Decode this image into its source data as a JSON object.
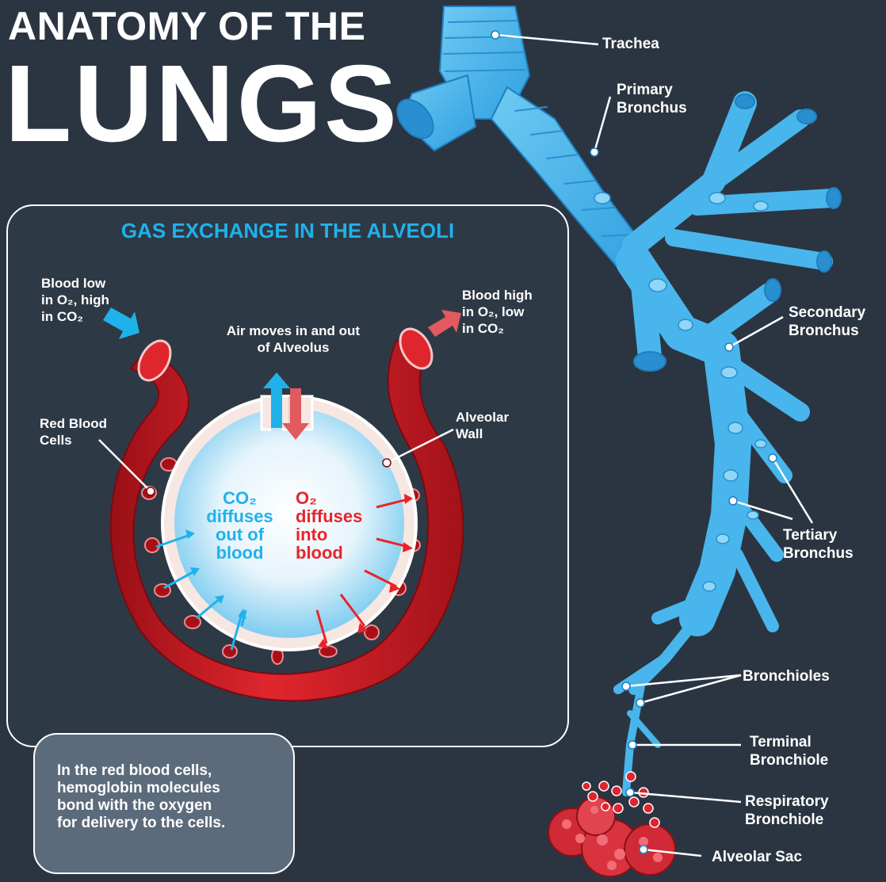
{
  "title": {
    "line1": "ANATOMY OF THE",
    "line2": "LUNGS"
  },
  "panel": {
    "title": "GAS EXCHANGE IN THE ALVEOLI",
    "labels": {
      "blood_low": "Blood low\nin O₂, high\nin CO₂",
      "blood_high": "Blood high\nin O₂, low\nin CO₂",
      "air_moves": "Air moves in and out\nof Alveolus",
      "red_blood_cells": "Red Blood\nCells",
      "alveolar_wall": "Alveolar\nWall",
      "co2_text": "CO₂\ndiffuses\nout of\nblood",
      "o2_text": "O₂\ndiffuses\ninto\nblood"
    }
  },
  "callout": {
    "text": "In the red blood cells,\nhemoglobin molecules\nbond with the oxygen\nfor delivery to the cells."
  },
  "airway_labels": {
    "trachea": "Trachea",
    "primary_bronchus": "Primary\nBronchus",
    "secondary_bronchus": "Secondary\nBronchus",
    "tertiary_bronchus": "Tertiary\nBronchus",
    "bronchioles": "Bronchioles",
    "terminal_bronchiole": "Terminal\nBronchiole",
    "respiratory_bronchiole": "Respiratory\nBronchiole",
    "alveolar_sac": "Alveolar Sac"
  },
  "colors": {
    "background": "#2b3542",
    "accent_blue": "#1fb2ea",
    "airway_blue": "#45b6ec",
    "blood_red": "#d41f26",
    "o2_red": "#e8242b",
    "callout_fill": "#5c6b7b"
  }
}
